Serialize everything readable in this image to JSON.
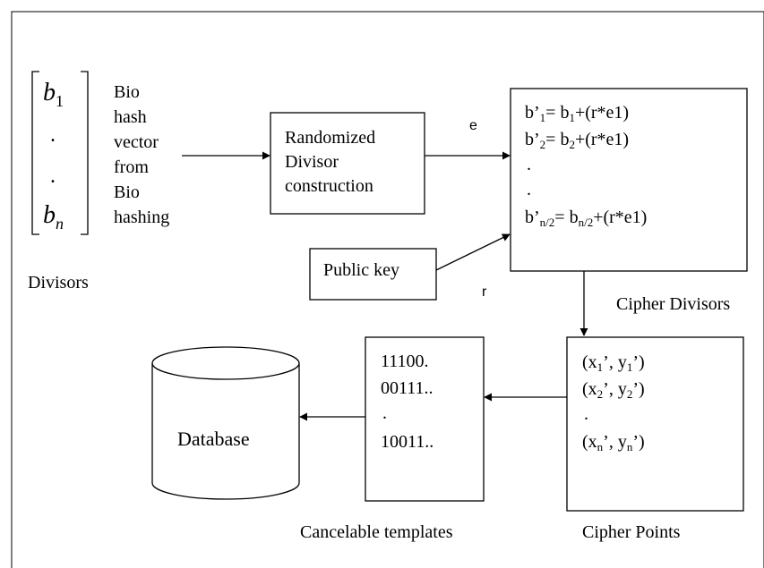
{
  "vector": {
    "first": "b",
    "first_sub": "1",
    "dot1": ".",
    "dot2": ".",
    "last": "b",
    "last_sub": "n"
  },
  "bio_label_lines": [
    "Bio",
    "hash",
    "vector",
    "from",
    "Bio",
    "hashing"
  ],
  "divisors_label": "Divisors",
  "randomized_box_lines": [
    "Randomized",
    "Divisor",
    "construction"
  ],
  "e_label": "e",
  "r_label": "r",
  "public_key_label": "Public key",
  "cipher_divisor_lines": [
    {
      "pre": "b’",
      "sub": "1",
      "mid": "= b",
      "sub2": "1",
      "post": "+(r*e1)"
    },
    {
      "pre": "b’",
      "sub": "2",
      "mid": "= b",
      "sub2": "2",
      "post": "+(r*e1)"
    },
    {
      "pre": ".",
      "sub": "",
      "mid": "",
      "sub2": "",
      "post": ""
    },
    {
      "pre": ".",
      "sub": "",
      "mid": "",
      "sub2": "",
      "post": ""
    },
    {
      "pre": "b’",
      "sub": "n/2",
      "mid": "= b",
      "sub2": "n/2",
      "post": "+(r*e1)"
    }
  ],
  "cipher_divisors_label": "Cipher Divisors",
  "cipher_point_lines": [
    {
      "a": "(x",
      "a_sub": "1",
      "b": "’, y",
      "b_sub": "1",
      "c": "’)"
    },
    {
      "a": "(x",
      "a_sub": "2",
      "b": "’, y",
      "b_sub": "2",
      "c": "’)"
    },
    {
      "a": ".",
      "a_sub": "",
      "b": "",
      "b_sub": "",
      "c": ""
    },
    {
      "a": "(x",
      "a_sub": "n",
      "b": "’, y",
      "b_sub": "n",
      "c": "’)"
    }
  ],
  "cipher_points_label": "Cipher Points",
  "template_lines": [
    "11100.",
    "00111..",
    ".",
    "10011.."
  ],
  "cancelable_label": "Cancelable templates",
  "database_label": "Database"
}
